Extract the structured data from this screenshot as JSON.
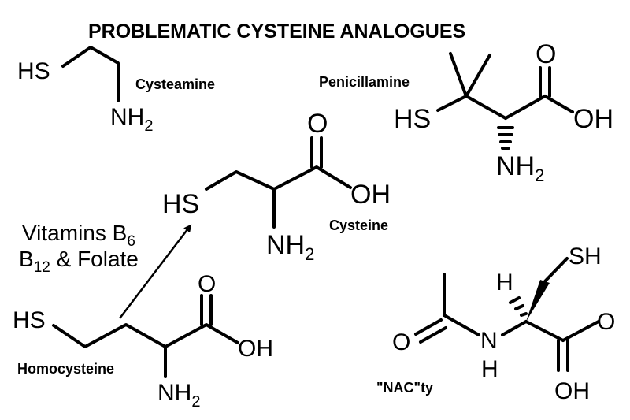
{
  "title": "PROBLEMATIC CYSTEINE ANALOGUES",
  "vitamins": {
    "line1_prefix": "Vitamins B",
    "line1_sub": "6",
    "line2_prefix": "B",
    "line2_sub": "12",
    "line2_suffix": " & Folate"
  },
  "molecules": {
    "cysteamine": {
      "name": "Cysteamine",
      "hs": "HS",
      "nh2": "NH",
      "nh2_sub": "2"
    },
    "penicillamine": {
      "name": "Penicillamine",
      "hs": "HS",
      "o": "O",
      "oh": "OH",
      "nh2": "NH",
      "nh2_sub": "2"
    },
    "cysteine": {
      "name": "Cysteine",
      "hs": "HS",
      "o": "O",
      "oh": "OH",
      "nh2": "NH",
      "nh2_sub": "2"
    },
    "homocysteine": {
      "name": "Homocysteine",
      "hs": "HS",
      "o": "O",
      "oh": "OH",
      "nh2": "NH",
      "nh2_sub": "2"
    },
    "nac": {
      "name": "\"NAC\"ty",
      "sh": "SH",
      "h": "H",
      "o_left": "O",
      "n": "N",
      "nh": "H",
      "o": "O",
      "oh": "OH"
    }
  }
}
